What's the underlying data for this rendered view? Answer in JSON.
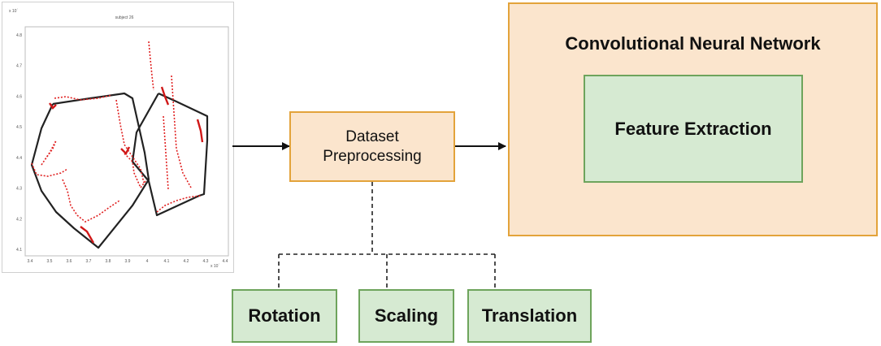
{
  "plot": {
    "title": "subject 26",
    "x_exponent": "x 10´",
    "y_exponent": "x 10´",
    "x_ticks": [
      "3.4",
      "3.5",
      "3.6",
      "3.7",
      "3.8",
      "3.9",
      "4",
      "4.1",
      "4.2",
      "4.3",
      "4.4"
    ],
    "y_ticks": [
      "4.8",
      "4.7",
      "4.6",
      "4.5",
      "4.4",
      "4.3",
      "4.2",
      "4.1"
    ],
    "colors": {
      "stroke": "#222222",
      "dots": "#e02020"
    }
  },
  "nodes": {
    "preprocessing": {
      "line1": "Dataset",
      "line2": "Preprocessing"
    },
    "cnn": {
      "title": "Convolutional Neural Network"
    },
    "feature": {
      "label": "Feature Extraction"
    },
    "augment": [
      "Rotation",
      "Scaling",
      "Translation"
    ]
  },
  "colors": {
    "orange_fill": "#fbe5cd",
    "orange_border": "#e3a33a",
    "green_fill": "#d6ead2",
    "green_border": "#6ea45c"
  }
}
